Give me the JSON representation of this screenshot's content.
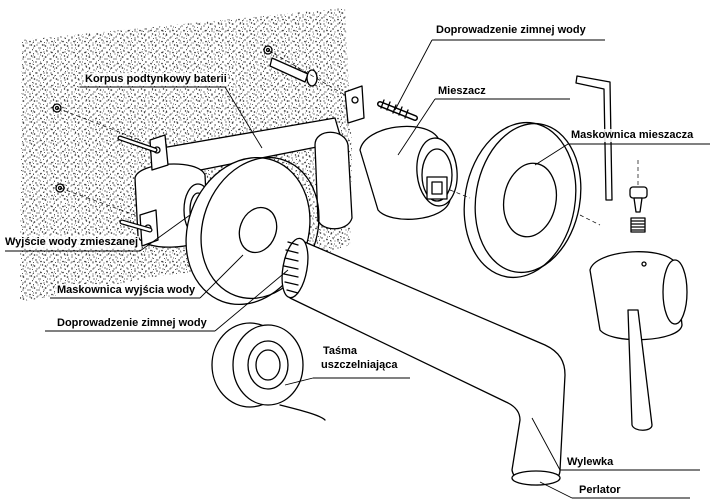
{
  "labels": {
    "cold_water_supply_top": "Doprowadzenie zimnej wody",
    "concealed_body": "Korpus podtynkowy baterii",
    "mixer": "Mieszacz",
    "mixer_cover": "Maskownica mieszacza",
    "mixed_water_outlet": "Wyjście wody zmieszanej",
    "outlet_cover": "Maskownica wyjścia wody",
    "cold_water_supply_bottom": "Doprowadzenie zimnej wody",
    "sealing_tape_line1": "Taśma",
    "sealing_tape_line2": "uszczelniająca",
    "spout": "Wylewka",
    "aerator": "Perlator"
  },
  "colors": {
    "line": "#000000",
    "wall_dots": "#222222",
    "background": "#ffffff"
  }
}
